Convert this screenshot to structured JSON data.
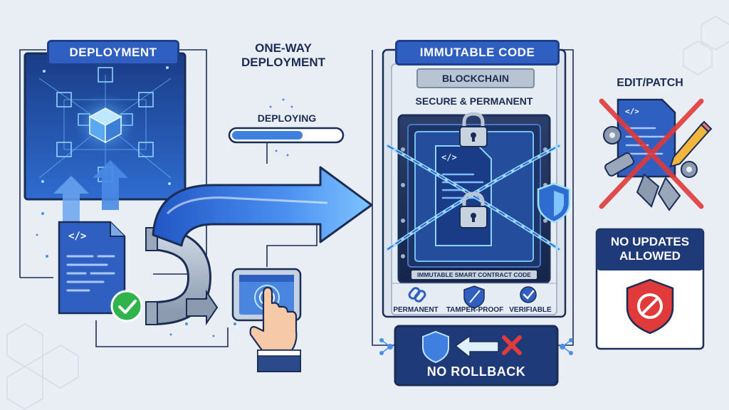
{
  "deployment": {
    "title": "DEPLOYMENT"
  },
  "flow": {
    "one_way_line1": "ONE-WAY",
    "one_way_line2": "DEPLOYMENT",
    "deploying": "DEPLOYING",
    "progress": 0.65
  },
  "immutable": {
    "title": "IMMUTABLE CODE",
    "blockchain": "BLOCKCHAIN",
    "secure": "SECURE & PERMANENT",
    "vault_caption": "IMMUTABLE SMART CONTRACT CODE",
    "features": [
      "PERMANENT",
      "TAMPER-PROOF",
      "VERIFIABLE"
    ],
    "rollback": "NO ROLLBACK"
  },
  "right": {
    "edit": "EDIT/PATCH",
    "no_updates_line1": "NO UPDATES",
    "no_updates_line2": "ALLOWED"
  },
  "icons": {
    "code_glyph": "</>"
  },
  "colors": {
    "primary_blue": "#2f5fc0",
    "navy": "#1b2d55",
    "glow": "#5fd0ff",
    "success": "#2fb34a",
    "danger": "#e03a3a"
  }
}
